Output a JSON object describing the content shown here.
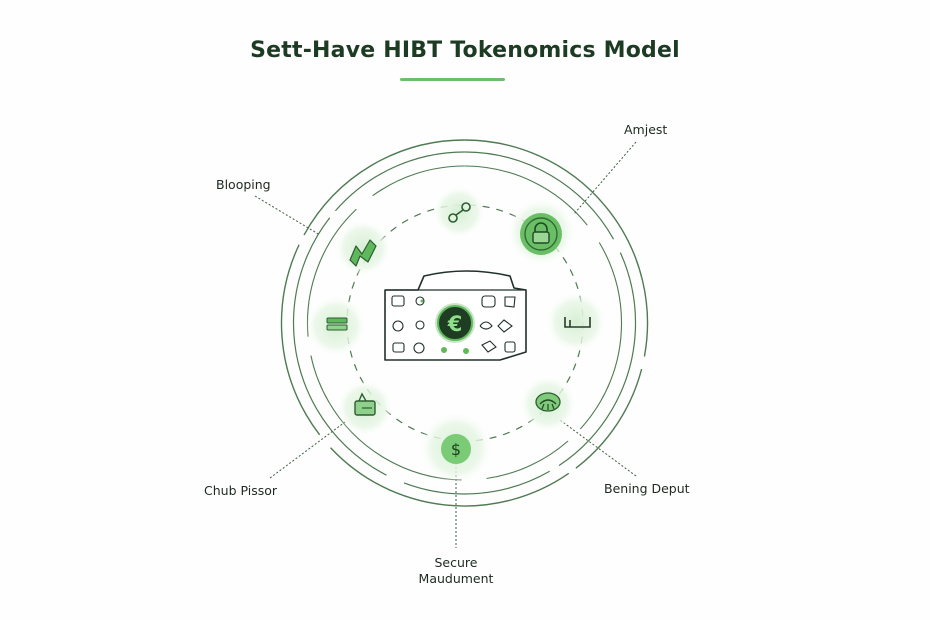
{
  "title": "Sett-Have HIBT Tokenomics Model",
  "labels": {
    "top_right": "Amjest",
    "top_left": "Blooping",
    "bottom_left": "Chub Pissor",
    "bottom_right": "Bening Deput",
    "bottom_center_line1": "Secure",
    "bottom_center_line2": "Maudument"
  },
  "center_token_glyph": "€",
  "bottom_token_glyph": "$",
  "icons": {
    "top": "link-nodes-icon",
    "top_right": "shield-lock-icon",
    "right": "bracket-chart-icon",
    "bottom_right": "handshake-icon",
    "bottom": "dollar-coin-icon",
    "bottom_left": "wallet-icon",
    "left": "stacked-bars-icon",
    "top_left": "trend-arrow-icon"
  },
  "colors": {
    "accent": "#4caf50",
    "accent_dark": "#2e7d32",
    "glow": "#dff2dd",
    "ink": "#1e2a20",
    "line": "#5a8a5c"
  }
}
